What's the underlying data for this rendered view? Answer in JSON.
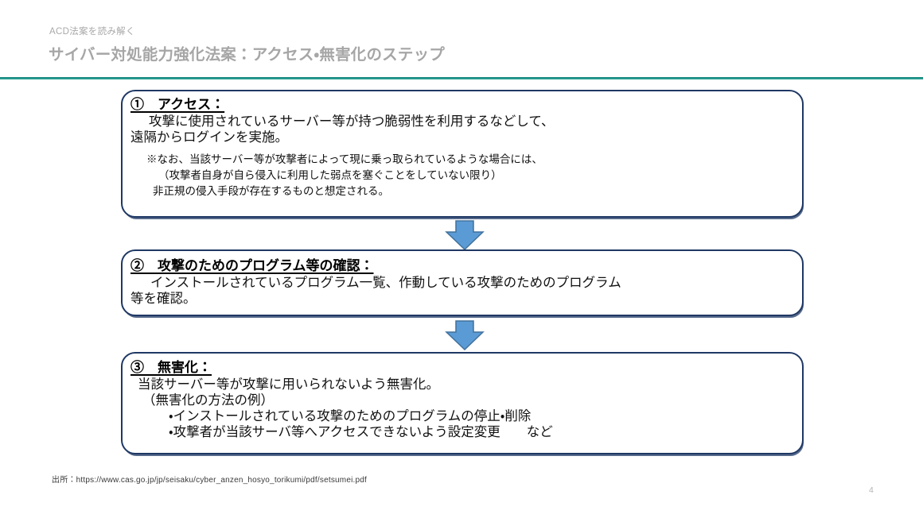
{
  "header": {
    "eyebrow": "ACD法案を読み解く",
    "title": "サイバー対処能力強化法案：アクセス・無害化のステップ"
  },
  "steps": [
    {
      "heading": "①　アクセス：",
      "body": [
        "攻撃に使用されているサーバー等が持つ脆弱性を利用するなどして、",
        "遠隔からログインを実施。"
      ],
      "notes": [
        "※なお、当該サーバー等が攻撃者によって現に乗っ取られているような場合には、",
        "（攻撃者自身が自ら侵入に利用した弱点を塞ぐことをしていない限り）",
        "非正規の侵入手段が存在するものと想定される。"
      ]
    },
    {
      "heading": "②　攻撃のためのプログラム等の確認：",
      "body": [
        "インストールされているプログラム一覧、作動している攻撃のためのプログラム",
        "等を確認。"
      ]
    },
    {
      "heading": "③　無害化：",
      "body": [
        "当該サーバー等が攻撃に用いられないよう無害化。",
        "（無害化の方法の例）",
        "・インストールされている攻撃のためのプログラムの停止・削除",
        "・攻撃者が当該サーバ等へアクセスできないよう設定変更　　など"
      ]
    }
  ],
  "footer": {
    "source": "出所：https://www.cas.go.jp/jp/seisaku/cyber_anzen_hosyo_torikumi/pdf/setsumei.pdf",
    "page_number": "4"
  },
  "icons": {
    "flow_arrow": "down-arrow"
  },
  "colors": {
    "accent_teal": "#1f9488",
    "box_border": "#1f3864",
    "arrow_fill": "#5b9bd5",
    "arrow_outline": "#41719c",
    "title_gray": "#a6a6a6",
    "body_text": "#111111"
  }
}
